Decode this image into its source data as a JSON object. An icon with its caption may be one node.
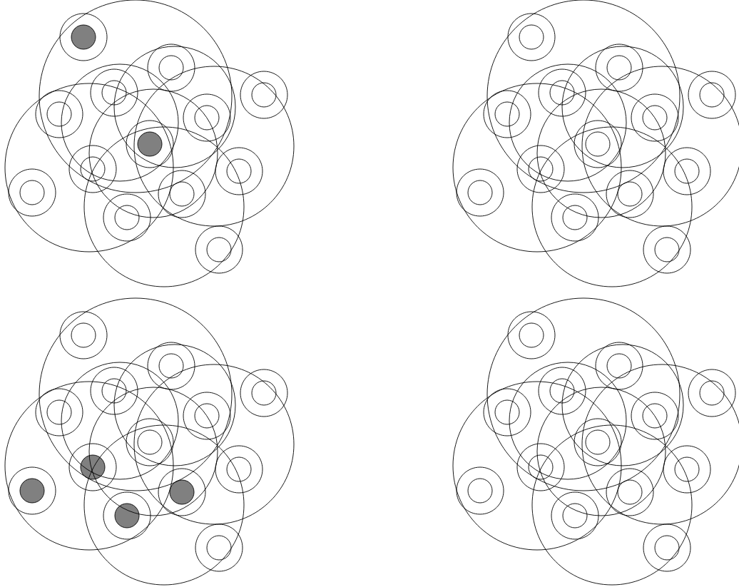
{
  "diagram": {
    "nodes": [
      {
        "text": [],
        "shape": "dot"
      },
      {
        "text": [],
        "shape": "circle"
      },
      {
        "text": [],
        "shape": "circle"
      },
      {
        "text": [],
        "shape": "circle"
      },
      {
        "text": [],
        "shape": "circle"
      },
      {
        "text": [],
        "shape": "circle"
      },
      {
        "text": [],
        "shape": "dot"
      },
      {
        "text": [],
        "shape": "circle"
      },
      {
        "text": [],
        "shape": "circle"
      },
      {
        "text": [],
        "shape": "circle"
      },
      {
        "text": [],
        "shape": "circle"
      },
      {
        "text": [],
        "shape": "circle"
      },
      {
        "text": [],
        "shape": "circle"
      },
      {
        "text": [],
        "shape": "circle"
      },
      {
        "text": [],
        "shape": "circle"
      },
      {
        "text": [],
        "shape": "circle"
      },
      {
        "text": [],
        "shape": "circle"
      },
      {
        "text": [],
        "shape": "circle"
      },
      {
        "text": [],
        "shape": "circle"
      },
      {
        "text": [],
        "shape": "circle"
      },
      {
        "text": [],
        "shape": "circle"
      },
      {
        "text": [],
        "shape": "circle"
      },
      {
        "text": [],
        "shape": "circle"
      },
      {
        "text": [],
        "shape": "circle"
      },
      {
        "text": [],
        "shape": "circle"
      },
      {
        "text": [],
        "shape": "circle"
      },
      {
        "text": [],
        "shape": "circle"
      },
      {
        "text": [],
        "shape": "circle"
      },
      {
        "text": [],
        "shape": "circle"
      },
      {
        "text": [],
        "shape": "circle"
      },
      {
        "text": [],
        "shape": "circle"
      },
      {
        "text": [],
        "shape": "circle"
      },
      {
        "text": [],
        "shape": "circle"
      },
      {
        "text": [],
        "shape": "dot"
      },
      {
        "text": [],
        "shape": "circle"
      },
      {
        "text": [],
        "shape": "dot"
      },
      {
        "text": [],
        "shape": "dot"
      },
      {
        "text": [],
        "shape": "dot"
      },
      {
        "text": [],
        "shape": "circle"
      },
      {
        "text": [],
        "shape": "circle"
      },
      {
        "text": [],
        "shape": "circle"
      },
      {
        "text": [],
        "shape": "circle"
      },
      {
        "text": [],
        "shape": "circle"
      },
      {
        "text": [],
        "shape": "circle"
      },
      {
        "text": [],
        "shape": "circle"
      },
      {
        "text": [],
        "shape": "circle"
      },
      {
        "text": [],
        "shape": "circle"
      },
      {
        "text": [],
        "shape": "circle"
      },
      {
        "text": [],
        "shape": "circle"
      },
      {
        "text": [],
        "shape": "circle"
      },
      {
        "text": [],
        "shape": "circle"
      },
      {
        "text": [],
        "shape": "circle"
      }
    ]
  }
}
